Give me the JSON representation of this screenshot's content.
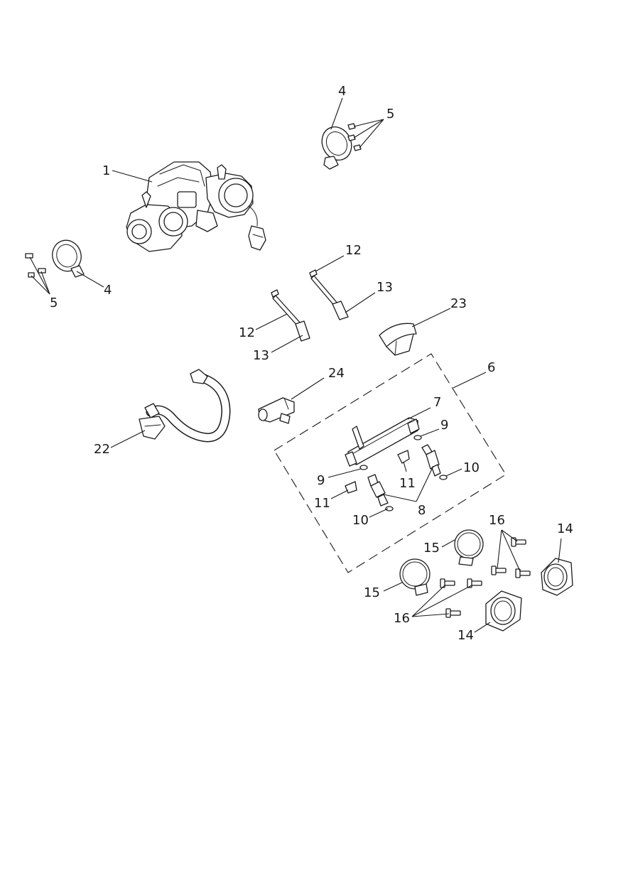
{
  "callouts": {
    "c1": "1",
    "c4a": "4",
    "c4b": "4",
    "c5a": "5",
    "c5b": "5",
    "c6": "6",
    "c7": "7",
    "c8": "8",
    "c9a": "9",
    "c9b": "9",
    "c10a": "10",
    "c10b": "10",
    "c11a": "11",
    "c11b": "11",
    "c12a": "12",
    "c12b": "12",
    "c13a": "13",
    "c13b": "13",
    "c14a": "14",
    "c14b": "14",
    "c15a": "15",
    "c15b": "15",
    "c16a": "16",
    "c16b": "16",
    "c22": "22",
    "c23": "23",
    "c24": "24"
  }
}
